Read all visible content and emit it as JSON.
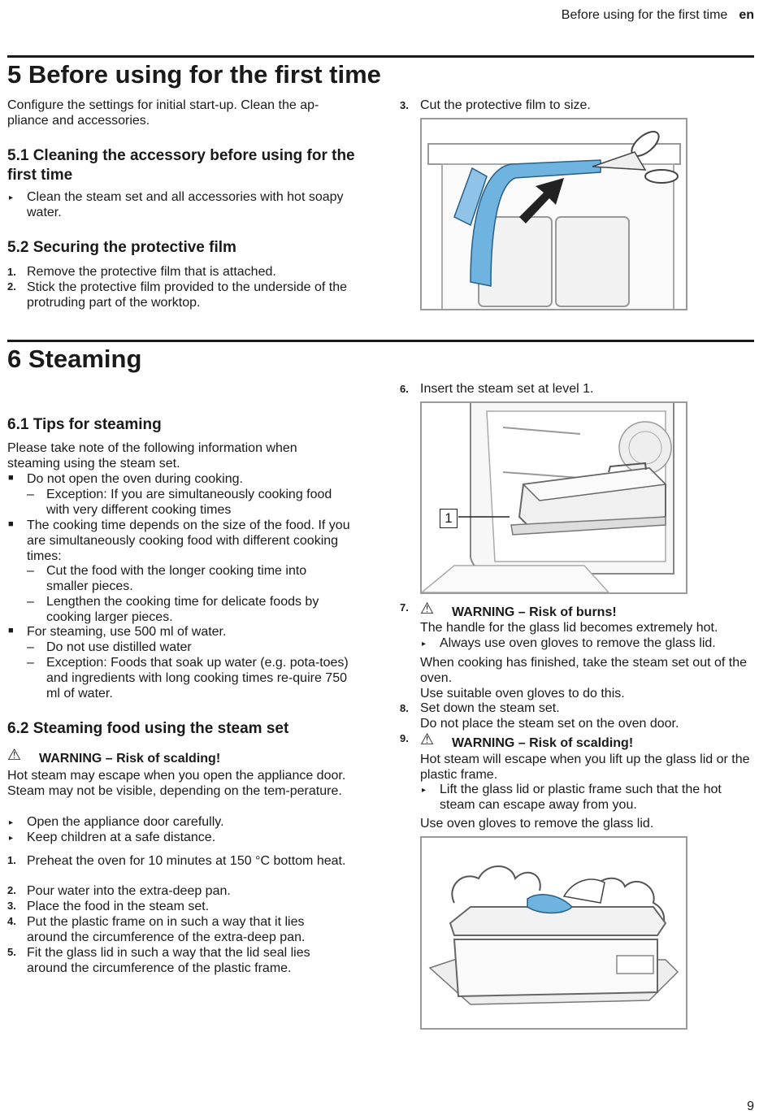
{
  "header": {
    "title": "Before using for the first time",
    "lang": "en"
  },
  "page_number": "9",
  "s5": {
    "heading": "5   Before using for the first time",
    "intro": "Configure the settings for initial start-up. Clean the ap-pliance and accessories.",
    "s51_heading": "5.1  Cleaning the accessory before using for the first time",
    "s51_step": "Clean the steam set and all accessories with hot soapy water.",
    "s52_heading": "5.2  Securing the protective film",
    "s52_steps": [
      {
        "n": "1.",
        "text": "Remove the protective film that is attached."
      },
      {
        "n": "2.",
        "text": "Stick the protective film provided to the underside of the protruding part of the worktop."
      },
      {
        "n": "3.",
        "text": "Cut the protective film to size."
      }
    ]
  },
  "s6": {
    "heading": "6   Steaming",
    "s61_heading": "6.1  Tips for steaming",
    "s61_intro": "Please take note of the following information when steaming using the steam set.",
    "bullets": [
      "Do not open the oven during cooking.",
      "Exception: If you are simultaneously cooking food with very different cooking times",
      "The cooking time depends on the size of the food. If you are simultaneously cooking food with different cooking times:",
      "Cut the food with the longer cooking time into smaller pieces.",
      "Lengthen the cooking time for delicate foods by cooking larger pieces.",
      "For steaming, use 500 ml of water.",
      "Do not use distilled water",
      "Exception: Foods that soak up water (e.g. pota-toes) and ingredients with long cooking times re-quire 750 ml of water."
    ],
    "s62_heading": "6.2  Steaming food using the steam set",
    "warn1_title": "WARNING – Risk of scalding!",
    "warn1_text": "Hot steam may escape when you open the appliance door. Steam may not be visible, depending on the tem-perature.",
    "warn1_actions": [
      "Open the appliance door carefully.",
      "Keep children at a safe distance."
    ],
    "steps": [
      {
        "n": "1.",
        "text": "Preheat the oven for 10 minutes at 150 °C bottom heat."
      },
      {
        "n": "2.",
        "text": "Pour water into the extra-deep pan."
      },
      {
        "n": "3.",
        "text": "Place the food in the steam set."
      },
      {
        "n": "4.",
        "text": "Put the plastic frame on in such a way that it lies around the circumference of the extra-deep pan."
      },
      {
        "n": "5.",
        "text": "Fit the glass lid in such a way that the lid seal lies around the circumference of the plastic frame."
      },
      {
        "n": "6.",
        "text": "Insert the steam set at level 1."
      }
    ],
    "figure_label": "1",
    "step7": {
      "n": "7.",
      "warn": "WARNING – Risk of burns!",
      "text": "The handle for the glass lid becomes extremely hot.",
      "action": "Always use oven gloves to remove the glass lid."
    },
    "after7": "When cooking has finished, take the steam set out of the oven.",
    "after7b": "Use suitable oven gloves to do this.",
    "step8": {
      "n": "8.",
      "text": "Set down the steam set.",
      "text2": "Do not place the steam set on the oven door."
    },
    "step9": {
      "n": "9.",
      "warn": "WARNING – Risk of scalding!",
      "text": "Hot steam will escape when you lift up the glass lid or the plastic frame.",
      "action": "Lift the glass lid or plastic frame such that the hot steam can escape away from you."
    },
    "after9": "Use oven gloves to remove the glass lid."
  },
  "colors": {
    "film": "#6fb3e0",
    "frame": "#9a9a9a",
    "rule": "#1a1a1a"
  }
}
